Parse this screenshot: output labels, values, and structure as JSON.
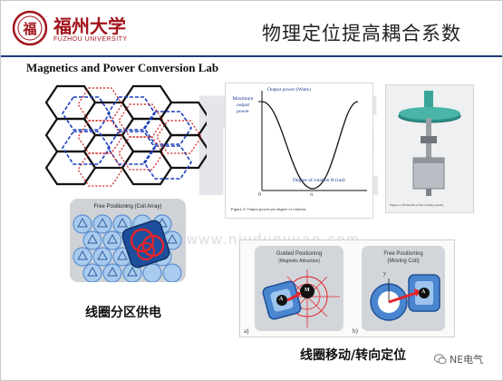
{
  "header": {
    "logo_cn": "福州大学",
    "logo_en": "FUZHOU UNIVERSITY",
    "title": "物理定位提高耦合系数"
  },
  "lab_name": "Magnetics and Power Conversion Lab",
  "graph": {
    "ylabel_lines": [
      "Maximum",
      "output",
      "power"
    ],
    "curve_label": "Output power (Watts)",
    "xlabel": "Degree of rotation Θ (rad)",
    "x_start": "0",
    "x_end": "π",
    "figure_caption": "Figure 3.   Output power per degree of rotation."
  },
  "device_caption": "Figure 4.   3D model of the rotating system.",
  "coil_array": {
    "title": "Free Positioning (Coil Array)",
    "caption": "线圈分区供电"
  },
  "guided": {
    "title_line1": "Guided Positioning",
    "title_line2": "(Magnetic Attraction)",
    "sublabel": "a)",
    "magnet_label": "M",
    "coil_label": "A"
  },
  "moving": {
    "title_line1": "Free Positioning",
    "title_line2": "(Moving Coil)",
    "sublabel": "b)",
    "axis_y": "y",
    "coil_label": "A"
  },
  "bottom_caption": "线圈移动/转向定位",
  "watermark": {
    "url": "www.niudunyuan.com",
    "letters": "NE"
  },
  "account": "NE电气",
  "colors": {
    "accent_blue": "#1f3a78",
    "brand_red": "#a2121b",
    "coil_blue": "#2f6fb8"
  }
}
